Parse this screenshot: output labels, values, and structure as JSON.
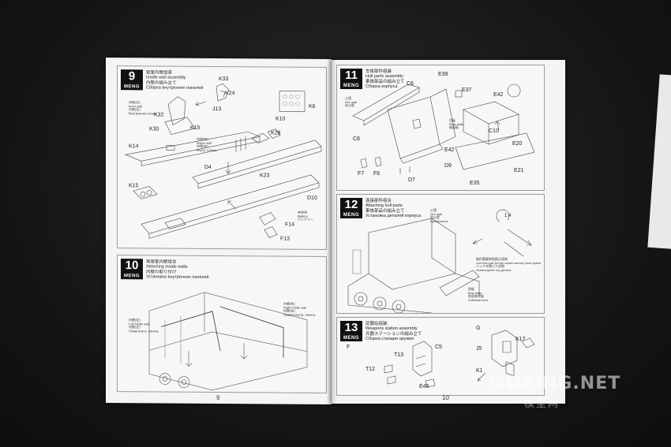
{
  "brand": "MENG",
  "left_page": {
    "page_number": "9",
    "step9": {
      "number": "9",
      "title_lines": [
        "驱室内壁组装",
        "Inside wall assembly",
        "内壁の組み立て",
        "Сборка внутренних панелей"
      ],
      "labels": {
        "K33": "K33",
        "K24": "K24",
        "J13": "J13",
        "K6": "K6",
        "K32": "K32",
        "K30": "K30",
        "K15a": "K15",
        "K14": "K14",
        "K10": "K10",
        "K28": "K28",
        "D4": "D4",
        "K23": "K23",
        "K15b": "K15",
        "D10": "D10",
        "F14": "F14",
        "F13": "F13"
      },
      "notes": {
        "inner_wall": "内侧(左)\nInner wall\n内側(左)\nВнутренняя стенка",
        "inner_wall_right": "内侧(右)\nInside wall\n内側(右)\nВнутр. стенка",
        "add_batteries": "电池组\nBattery\nバッテリー"
      }
    },
    "step10": {
      "number": "10",
      "title_lines": [
        "驾驶室内壁组合",
        "Attaching inside walls",
        "内壁の取り付け",
        "Установка внутренних панелей"
      ],
      "notes": {
        "left_wall": "内壁(左)\nLeft inside wall\n内壁(左)\nЛевая внутр. панель",
        "right_wall": "内壁(右)\nRight inside wall\n内壁(右)\nПравая внутр. панель"
      }
    }
  },
  "right_page": {
    "page_number": "10",
    "step11": {
      "number": "11",
      "title_lines": [
        "车体部件组装",
        "Hull parts assembly",
        "車体部品の組み立て",
        "Сборка корпуса"
      ],
      "labels": {
        "E39": "E39",
        "E37": "E37",
        "C6": "C6",
        "E42a": "E42",
        "C8": "C8",
        "C10": "C10",
        "E42b": "E42",
        "E20": "E20",
        "D9": "D9",
        "F7": "F7",
        "F6": "F6",
        "D7": "D7",
        "E21": "E21",
        "E35": "E35"
      },
      "notes": {
        "fire_wall": "火墙\nFire wall\n防火壁",
        "rear_plate": "后板\nRear plate\n後部板"
      }
    },
    "step12": {
      "number": "12",
      "title_lines": [
        "连接部件组合",
        "Attaching hull parts",
        "車体部品の組み立て",
        "Установка деталей корпуса"
      ],
      "notes": {
        "fire_wall": "火墙\nFire wall\n防火壁\nБронеплита",
        "bow_plate": "首板\nBow plate\n前面装甲板\nЛобовой лист",
        "caution": "制作需要按照图示组装\nUse this part for the closed armory door option.\nハッチを閉じた状態\nИспользуйте эту деталь"
      },
      "labels": {
        "ratio": "1:4"
      }
    },
    "step13": {
      "number": "13",
      "title_lines": [
        "武器站组装",
        "Weapons station assembly",
        "兵器ステーションの組み立て",
        "Сборка станции оружия"
      ],
      "labels": {
        "F": "F",
        "G": "G",
        "T13": "T13",
        "C5": "C5",
        "T12": "T12",
        "E45": "E45",
        "J5": "J5",
        "K17": "K17",
        "K1": "K1"
      }
    }
  },
  "watermark": {
    "main": "MOXING.NET",
    "sub": "模型网"
  }
}
